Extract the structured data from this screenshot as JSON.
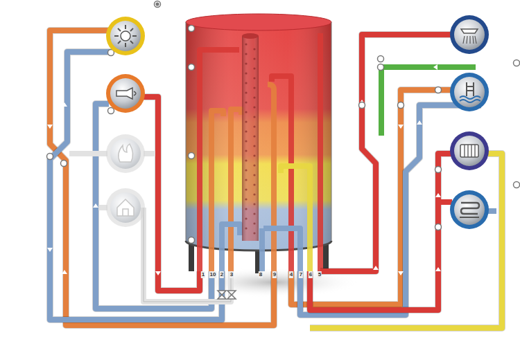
{
  "diagram": {
    "labels": [
      "1",
      "10",
      "2",
      "3",
      "8",
      "9",
      "4",
      "7",
      "6",
      "5"
    ]
  }
}
